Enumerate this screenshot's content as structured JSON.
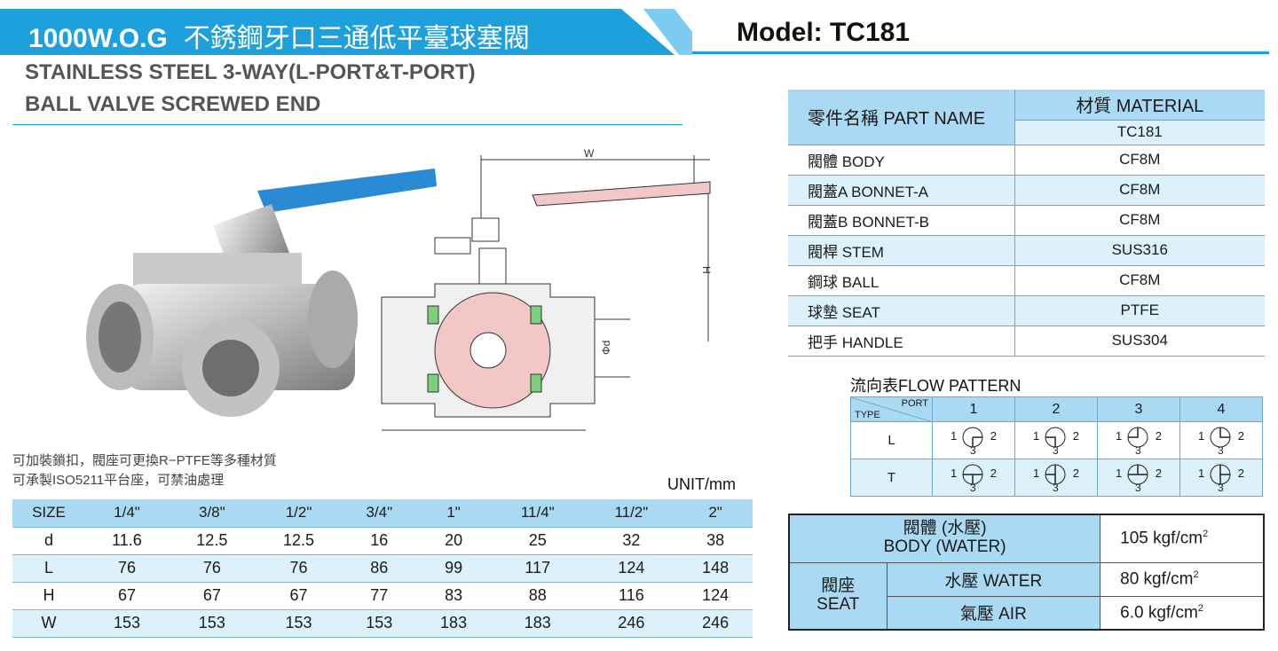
{
  "header": {
    "title_code": "1000W.O.G",
    "title_cn": "不銹鋼牙口三通低平臺球塞閥",
    "model_label": "Model: TC181",
    "subtitle_line1": "STAINLESS STEEL 3-WAY(L-PORT&T-PORT)",
    "subtitle_line2": "BALL VALVE  SCREWED END",
    "accent_color": "#1ea0dc"
  },
  "drawing": {
    "w_label": "W",
    "h_label": "H",
    "d_label": "Φd"
  },
  "notes": {
    "line1": "可加裝鎖扣，閥座可更換R−PTFE等多種材質",
    "line2": "可承製ISO5211平台座，可禁油處理",
    "unit": "UNIT/mm"
  },
  "size_table": {
    "header": [
      "SIZE",
      "1/4\"",
      "3/8\"",
      "1/2\"",
      "3/4\"",
      "1\"",
      "11/4\"",
      "11/2\"",
      "2\""
    ],
    "rows": [
      [
        "d",
        "11.6",
        "12.5",
        "12.5",
        "16",
        "20",
        "25",
        "32",
        "38"
      ],
      [
        "L",
        "76",
        "76",
        "76",
        "86",
        "99",
        "117",
        "124",
        "148"
      ],
      [
        "H",
        "67",
        "67",
        "67",
        "77",
        "83",
        "88",
        "116",
        "124"
      ],
      [
        "W",
        "153",
        "153",
        "153",
        "153",
        "183",
        "183",
        "246",
        "246"
      ]
    ]
  },
  "material_table": {
    "part_header": "零件名稱  PART NAME",
    "material_header": "材質  MATERIAL",
    "model": "TC181",
    "rows": [
      [
        "閥體  BODY",
        "CF8M"
      ],
      [
        "閥蓋A  BONNET-A",
        "CF8M"
      ],
      [
        "閥蓋B  BONNET-B",
        "CF8M"
      ],
      [
        "閥桿  STEM",
        "SUS316"
      ],
      [
        "鋼球  BALL",
        "CF8M"
      ],
      [
        "球墊  SEAT",
        "PTFE"
      ],
      [
        "把手  HANDLE",
        "SUS304"
      ]
    ]
  },
  "flow": {
    "title": "流向表FLOW PATTERN",
    "port_label": "PORT",
    "type_label": "TYPE",
    "ports": [
      "1",
      "2",
      "3",
      "4"
    ],
    "types": [
      "L",
      "T"
    ],
    "n1": "1",
    "n2": "2",
    "n3": "3"
  },
  "pressure": {
    "body_cn": "閥體 (水壓)",
    "body_en": "BODY (WATER)",
    "body_value": "105 kgf/cm",
    "seat_cn": "閥座",
    "seat_en": "SEAT",
    "water": "水壓  WATER",
    "water_value": "80 kgf/cm",
    "air": "氣壓  AIR",
    "air_value": "6.0 kgf/cm",
    "exp": "2"
  }
}
